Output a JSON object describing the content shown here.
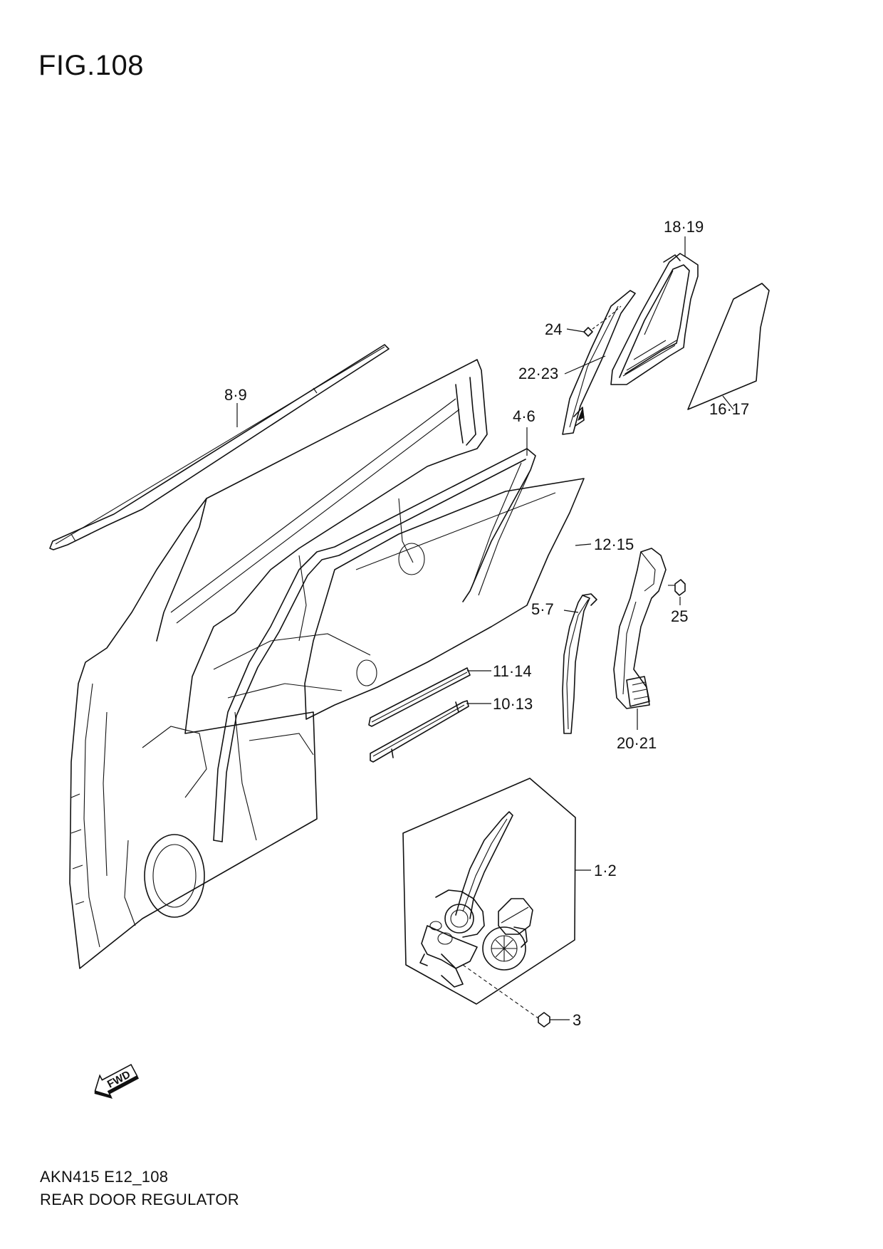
{
  "figure": {
    "title": "FIG.108"
  },
  "callouts": [
    {
      "id": "c-18-19",
      "text": "18·19"
    },
    {
      "id": "c-24",
      "text": "24"
    },
    {
      "id": "c-22-23",
      "text": "22·23"
    },
    {
      "id": "c-16-17",
      "text": "16·17"
    },
    {
      "id": "c-8-9",
      "text": "8·9"
    },
    {
      "id": "c-4-6",
      "text": "4·6"
    },
    {
      "id": "c-12-15",
      "text": "12·15"
    },
    {
      "id": "c-25",
      "text": "25"
    },
    {
      "id": "c-5-7",
      "text": "5·7"
    },
    {
      "id": "c-11-14",
      "text": "11·14"
    },
    {
      "id": "c-10-13",
      "text": "10·13"
    },
    {
      "id": "c-20-21",
      "text": "20·21"
    },
    {
      "id": "c-1-2",
      "text": "1·2"
    },
    {
      "id": "c-3",
      "text": "3"
    }
  ],
  "fwd_label": "FWD",
  "footer": {
    "code": "AKN415 E12_108",
    "name": "REAR DOOR REGULATOR"
  }
}
